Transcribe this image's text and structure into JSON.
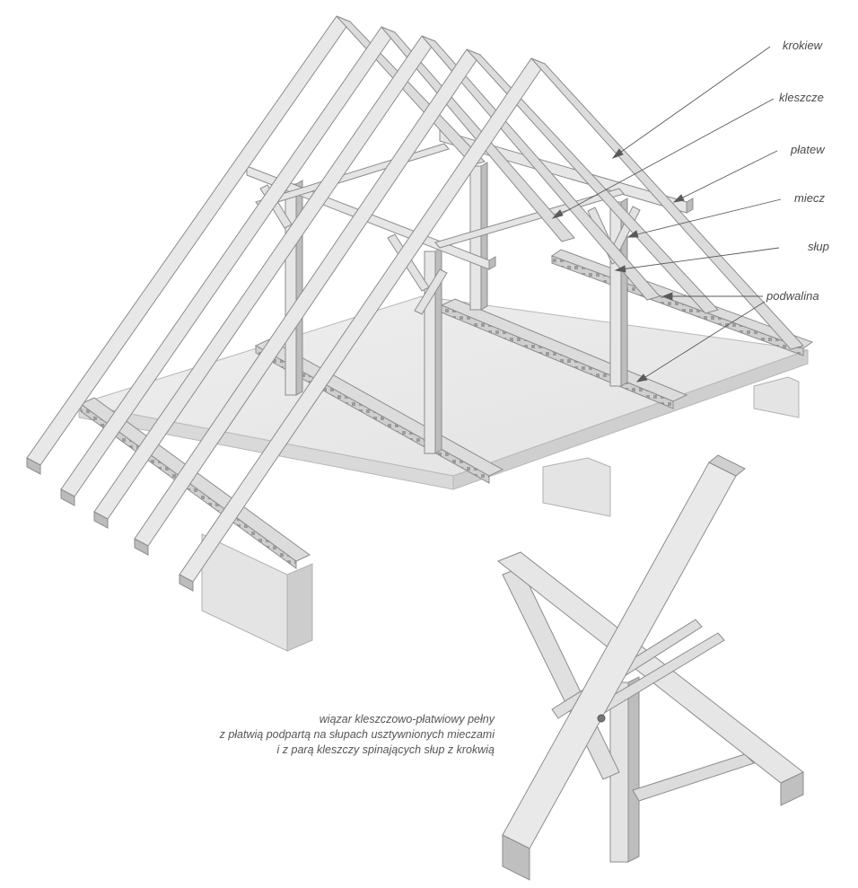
{
  "labels": {
    "krokiew": "krokiew",
    "kleszcze": "kleszcze",
    "platew": "płatew",
    "miecz": "miecz",
    "slup": "słup",
    "podwalina": "podwalina"
  },
  "caption": {
    "line1": "wiązar kleszczowo-płatwiowy pełny",
    "line2": "z płatwią podpartą na słupach usztywnionych mieczami",
    "line3": "i z parą kleszczy spinających słup z krokwią"
  },
  "colors": {
    "timber_light": "#e6e6e6",
    "timber_mid": "#d2d2d2",
    "timber_dark": "#a9a9a9",
    "edge": "#8c8c8c",
    "floor": "#e9e9e9",
    "text": "#4a4a4a"
  }
}
